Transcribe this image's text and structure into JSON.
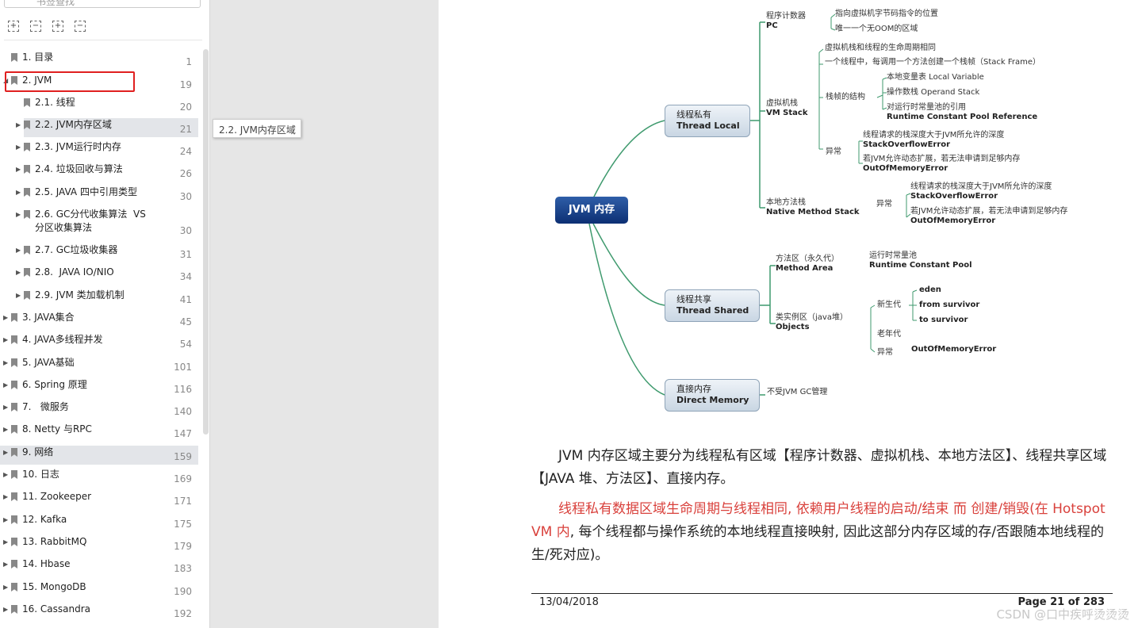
{
  "sidebar": {
    "search_placeholder": "书签查找",
    "tools": [
      "expand-all-icon",
      "collapse-all-icon",
      "add-bookmark-icon",
      "remove-bookmark-icon"
    ],
    "tooltip": "2.2. JVM内存区域",
    "items": [
      {
        "label": "1. 目录",
        "page": "1"
      },
      {
        "label": "2. JVM",
        "page": "19"
      },
      {
        "label": "2.1. 线程",
        "page": "20"
      },
      {
        "label": "2.2. JVM内存区域",
        "page": "21"
      },
      {
        "label": "2.3. JVM运行时内存",
        "page": "24"
      },
      {
        "label": "2.4. 垃圾回收与算法",
        "page": "26"
      },
      {
        "label": "2.5. JAVA 四中引用类型",
        "page": "30"
      },
      {
        "label": "2.6. GC分代收集算法  VS\n分区收集算法",
        "page": "30"
      },
      {
        "label": "2.7. GC垃圾收集器",
        "page": "31"
      },
      {
        "label": "2.8.  JAVA IO/NIO",
        "page": "34"
      },
      {
        "label": "2.9. JVM 类加载机制",
        "page": "41"
      },
      {
        "label": "3. JAVA集合",
        "page": "45"
      },
      {
        "label": "4. JAVA多线程并发",
        "page": "54"
      },
      {
        "label": "5. JAVA基础",
        "page": "101"
      },
      {
        "label": "6. Spring 原理",
        "page": "116"
      },
      {
        "label": "7.   微服务",
        "page": "140"
      },
      {
        "label": "8. Netty 与RPC",
        "page": "147"
      },
      {
        "label": "9. 网络",
        "page": "159"
      },
      {
        "label": "10. 日志",
        "page": "169"
      },
      {
        "label": "11. Zookeeper",
        "page": "171"
      },
      {
        "label": "12. Kafka",
        "page": "175"
      },
      {
        "label": "13. RabbitMQ",
        "page": "179"
      },
      {
        "label": "14. Hbase",
        "page": "183"
      },
      {
        "label": "15. MongoDB",
        "page": "190"
      },
      {
        "label": "16. Cassandra",
        "page": "192"
      }
    ]
  },
  "mindmap": {
    "root": "JVM 内存",
    "local": {
      "cn": "线程私有",
      "en": "Thread Local"
    },
    "shared": {
      "cn": "线程共享",
      "en": "Thread Shared"
    },
    "direct": {
      "cn": "直接内存",
      "en": "Direct Memory"
    },
    "pc": {
      "cn": "程序计数器",
      "en": "PC",
      "l1": "指向虚拟机字节码指令的位置",
      "l2": "唯一一个无OOM的区域"
    },
    "vms": {
      "cn": "虚拟机栈",
      "en": "VM Stack",
      "l1": "虚拟机栈和线程的生命周期相同",
      "l2": "一个线程中，每调用一个方法创建一个栈帧（Stack Frame）",
      "frame": "栈帧的结构",
      "f1": "本地变量表 Local Variable",
      "f2": "操作数栈 Operand Stack",
      "f3a": "对运行时常量池的引用",
      "f3b": "Runtime Constant Pool Reference",
      "ex": "异常",
      "e1a": "线程请求的栈深度大于JVM所允许的深度",
      "e1b": "StackOverflowError",
      "e2a": "若JVM允许动态扩展，若无法申请到足够内存",
      "e2b": "OutOfMemoryError"
    },
    "nms": {
      "cn": "本地方法栈",
      "en": "Native Method Stack",
      "ex": "异常",
      "e1a": "线程请求的栈深度大于JVM所允许的深度",
      "e1b": "StackOverflowError",
      "e2a": "若JVM允许动态扩展，若无法申请到足够内存",
      "e2b": "OutOfMemoryError"
    },
    "ma": {
      "cn": "方法区（永久代）",
      "en": "Method Area",
      "r1": "运行时常量池",
      "r2": "Runtime Constant Pool"
    },
    "obj": {
      "cn": "类实例区（java堆）",
      "en": "Objects",
      "young": "新生代",
      "eden": "eden",
      "from": "from survivor",
      "to": "to survivor",
      "old": "老年代",
      "ex": "异常",
      "oom": "OutOfMemoryError"
    },
    "dm": {
      "l1": "不受JVM GC管理"
    }
  },
  "body": {
    "p1": "JVM 内存区域主要分为线程私有区域【程序计数器、虚拟机栈、本地方法区】、线程共享区域【JAVA 堆、方法区】、直接内存。",
    "p2_red": "线程私有数据区域生命周期与线程相同, 依赖用户线程的启动/结束 而 创建/销毁(在 Hotspot VM 内",
    "p2_rest": ", 每个线程都与操作系统的本地线程直接映射, 因此这部分内存区域的存/否跟随本地线程的生/死对应)。"
  },
  "footer": {
    "date": "13/04/2018",
    "page": "Page 21 of 283"
  },
  "watermark": "CSDN @口中疾呼烫烫烫",
  "colors": {
    "accent_red": "#e02020",
    "text_red": "#d9413c",
    "line_green": "#3f9a6e",
    "root_blue": "#0d2f73"
  }
}
